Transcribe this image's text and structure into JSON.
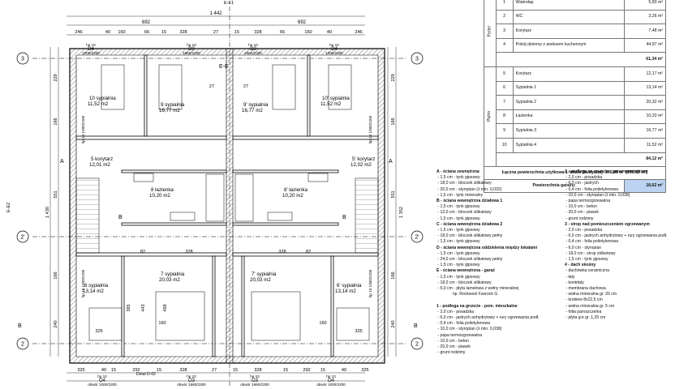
{
  "dims": {
    "total_width": "1 442",
    "half_width_left": "692",
    "half_width_right": "692",
    "top_row": [
      "246",
      "40",
      "160",
      "66",
      "15",
      "328",
      "27",
      "15",
      "328",
      "66",
      "160",
      "40",
      "246"
    ],
    "bottom_row": [
      "325",
      "40",
      "15",
      "292",
      "15",
      "328",
      "27",
      "15",
      "328",
      "15",
      "292",
      "15",
      "40",
      "325"
    ],
    "left_side": [
      "229",
      "166",
      "551",
      "1 430",
      "166",
      "240"
    ],
    "right_side": [
      "229",
      "166",
      "551",
      "1 352",
      "166",
      "240"
    ],
    "inner": [
      "328",
      "328",
      "325",
      "325",
      "160",
      "160",
      "443",
      "365",
      "458",
      "82",
      "82",
      "27",
      "27"
    ]
  },
  "section_marks": {
    "e": "E-E",
    "a_left": "A",
    "a_right": "A",
    "b_left": "B",
    "b_right": "B",
    "b_inner_left": "B",
    "b_inner_right": "B",
    "axis_2": "2",
    "axis_2p": "2'",
    "axis_3": "3",
    "axis_e1": "E-E1",
    "axis_e2": "E-E2"
  },
  "windows": {
    "top": [
      {
        "code": "O4",
        "size": "hp 10\n1000/2200"
      },
      {
        "code": "O3",
        "size": "hp 10\n1660/2200"
      },
      {
        "code": "O3",
        "size": "hp 10\n1660/2200"
      },
      {
        "code": "O4",
        "size": "hp 10\n1000/2200"
      }
    ],
    "bottom": [
      {
        "code": "O4",
        "size": "hp 10\nobwór\n1000/2200"
      },
      {
        "code": "O3",
        "size": "hp 10\nobwór\n1660/2200"
      },
      {
        "code": "O3",
        "size": "hp 10\nobwór\n1660/2200"
      },
      {
        "code": "O4",
        "size": "hp 10\nobwór\n1000/2200"
      }
    ],
    "side": "hp 10\n1000/2200",
    "detail": "Detal D-02"
  },
  "plan_rooms": [
    {
      "no": "10",
      "name": "sypialnia",
      "area": "11,52 m2"
    },
    {
      "no": "9",
      "name": "sypialnia",
      "area": "16,77 m2"
    },
    {
      "no": "9'",
      "name": "sypialnia",
      "area": "16,77 m2"
    },
    {
      "no": "10'",
      "name": "sypialnia",
      "area": "11,52 m2"
    },
    {
      "no": "5",
      "name": "korytarz",
      "area": "12,01 m2"
    },
    {
      "no": "5'",
      "name": "korytarz",
      "area": "12,02 m2"
    },
    {
      "no": "8",
      "name": "łazienka",
      "area": "10,20 m2"
    },
    {
      "no": "8'",
      "name": "łazienka",
      "area": "10,20 m2"
    },
    {
      "no": "6",
      "name": "sypialnia",
      "area": "13,14 m2"
    },
    {
      "no": "7",
      "name": "sypialnia",
      "area": "20,03 m2"
    },
    {
      "no": "7'",
      "name": "sypialnia",
      "area": "20,03 m2"
    },
    {
      "no": "6'",
      "name": "sypialnia",
      "area": "13,14 m2"
    }
  ],
  "table": {
    "floors": [
      "Parter",
      "Piętro"
    ],
    "parter": [
      {
        "no": "1",
        "name": "Wiatrołap",
        "area": "5,83 m²"
      },
      {
        "no": "2",
        "name": "WC",
        "area": "3,26 m²"
      },
      {
        "no": "3",
        "name": "Korytarz",
        "area": "7,48 m²"
      },
      {
        "no": "4",
        "name": "Pokój dzienny z aneksem kuchennym",
        "area": "44,97 m²"
      }
    ],
    "parter_sum": "61,34 m²",
    "pietro": [
      {
        "no": "5",
        "name": "Korytarz",
        "area": "12,17 m²"
      },
      {
        "no": "6",
        "name": "Sypialnia 1",
        "area": "13,14 m²"
      },
      {
        "no": "7",
        "name": "Sypialnia 2",
        "area": "20,32 m²"
      },
      {
        "no": "8",
        "name": "Łazienka",
        "area": "10,20 m²"
      },
      {
        "no": "9",
        "name": "Sypialnia 3",
        "area": "16,77 m²"
      },
      {
        "no": "10",
        "name": "Sypialnia 4",
        "area": "11,52 m²"
      }
    ],
    "pietro_sum": "84,12 m²",
    "total_label": "Łączna powierzchnia użytkowa 1 lokalu (budynku):",
    "total_value": "145,46 m²",
    "total_value2": "(290,92 m²)",
    "garage_label": "Powierzchnia garażu:",
    "garage_value": "18,62 m²"
  },
  "legend_left": [
    {
      "t": "A - ściana zewnętrzna",
      "b": true
    },
    {
      "t": " - 1,5 cm - tynk gipsowy"
    },
    {
      "t": " - 18,0 cm - bloczek silikatowy"
    },
    {
      "t": " - 20,0 cm - styropian (λ min. 0,032)"
    },
    {
      "t": " - 1,5 cm - tynk mineralny"
    },
    {
      "t": "B - ściana wewnętrzna działowa 1",
      "b": true
    },
    {
      "t": " - 1,5 cm - tynk gipsowy"
    },
    {
      "t": " - 12,0 cm - bloczek silikatowy"
    },
    {
      "t": " - 1,5 cm - tynk gipsowy"
    },
    {
      "t": "C - ściana wewnętrzna działowa 2",
      "b": true
    },
    {
      "t": " - 1,5 cm - tynk gipsowy"
    },
    {
      "t": " - 18,0 cm - bloczek silikatowy pełny"
    },
    {
      "t": " - 1,5 cm - tynk gipsowy"
    },
    {
      "t": "D - ściana wewnętrzna oddzielenia między lokalami",
      "b": true
    },
    {
      "t": " - 1,5 cm - tynk gipsowy"
    },
    {
      "t": " - 24,0 cm - bloczek silikatowy pełny"
    },
    {
      "t": " - 1,5 cm - tynk gipsowy"
    },
    {
      "t": "E - ściana wewnętrzna - garaż",
      "b": true
    },
    {
      "t": " - 1,5 cm - tynk gipsowy"
    },
    {
      "t": " - 18,0 cm - bloczek silikatowy"
    },
    {
      "t": " - 5,0 cm - płyta lamelowa z wełny mineralnej"
    },
    {
      "t": "              np. Rockwool Fasrock G"
    },
    {
      "t": ""
    },
    {
      "t": "1 - podłoga na gruncie - pom. mieszkalne",
      "b": true
    },
    {
      "t": " - 2,0 cm - posadzka"
    },
    {
      "t": " - 6,0 cm - jastrych anhydrytowy + rury ogrzewania podł."
    },
    {
      "t": " - 0,4 cm - folia polietylenowa"
    },
    {
      "t": " - 10,0 cm - styropian (λ min. 0,038)"
    },
    {
      "t": " - papa termozgrzewalna"
    },
    {
      "t": " - 10,0 cm - beton"
    },
    {
      "t": " - 20,0 cm - piasek"
    },
    {
      "t": " - grunt rodzimy"
    }
  ],
  "legend_right": [
    {
      "t": "2 - podłoga na gruncie - garaż wewnętrzny",
      "b": true
    },
    {
      "t": " - 2,0 cm - posadzka"
    },
    {
      "t": " - 6,0 cm - jastrych"
    },
    {
      "t": " - 0,4 cm - folia polietylenowa"
    },
    {
      "t": " - 10,0 cm - styropian (λ min. 0,038)"
    },
    {
      "t": " - papa termozgrzewalna"
    },
    {
      "t": " - 10,0 cm - beton"
    },
    {
      "t": " - 20,0 cm - piasek"
    },
    {
      "t": " - grunt rodzimy"
    },
    {
      "t": "3 - strop nad pomieszczeniem ogrzewanym",
      "b": true
    },
    {
      "t": " - 2,0 cm - posadzka"
    },
    {
      "t": " - 6,0 cm - jastrych anhydrytowy + rury ogrzewania podł."
    },
    {
      "t": " - 0,4 cm - folia polietylenowa"
    },
    {
      "t": " - 6,0 cm - styropian"
    },
    {
      "t": " - 18,0 cm - strop żelbetowy"
    },
    {
      "t": " - 1,5 cm - tynk gipsowy"
    },
    {
      "t": "4 - dach skośny",
      "b": true
    },
    {
      "t": " - dachówka ceramiczna"
    },
    {
      "t": " - łaty"
    },
    {
      "t": " - kontrłaty"
    },
    {
      "t": " - membrana dachowa"
    },
    {
      "t": " - wełna mineralna gr. 20 cm"
    },
    {
      "t": " - krokiew 8x22,5 cm"
    },
    {
      "t": " - wełna mineralna gr. 5 cm"
    },
    {
      "t": " - folia paroszczelna"
    },
    {
      "t": " - płyta g-k gr. 1,25 cm"
    }
  ]
}
